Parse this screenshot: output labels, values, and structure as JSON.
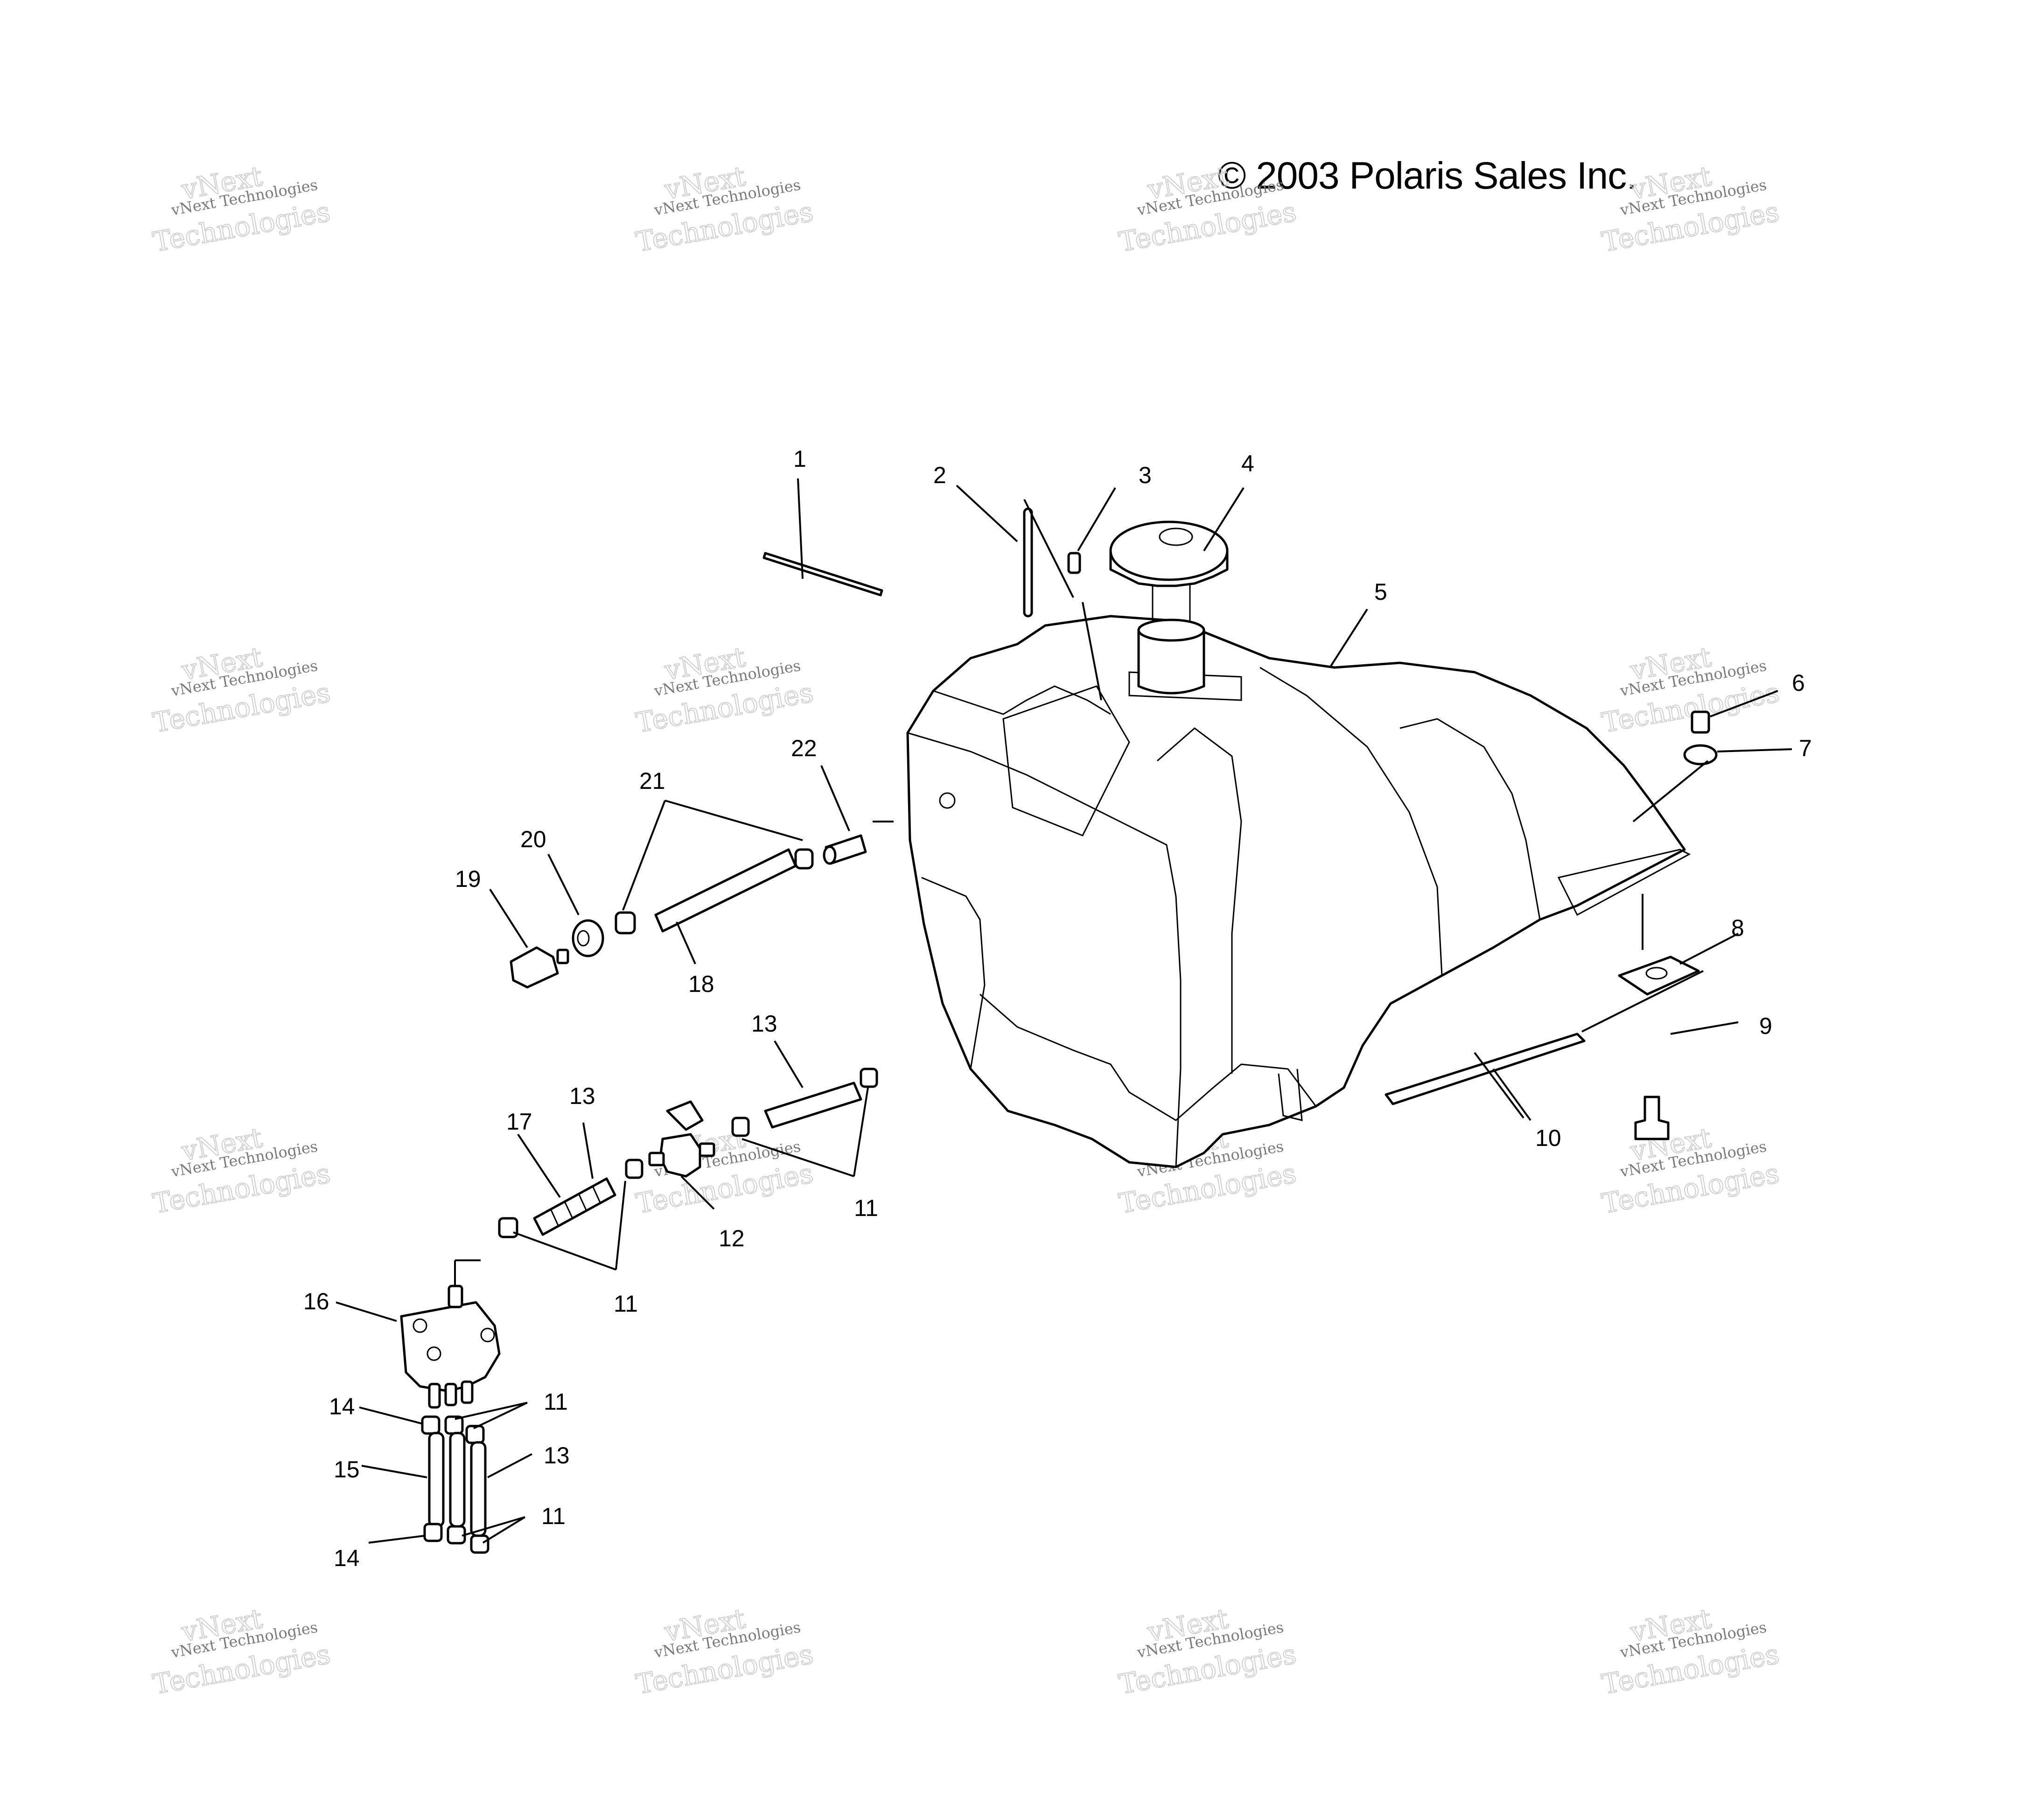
{
  "copyright": "© 2003 Polaris Sales Inc.",
  "watermark": {
    "line1": "vNext Technologies",
    "line2": "vNext",
    "line3": "Technologies"
  },
  "callouts": [
    "1",
    "2",
    "3",
    "4",
    "5",
    "6",
    "7",
    "8",
    "9",
    "10",
    "11",
    "11",
    "11",
    "11",
    "12",
    "13",
    "13",
    "13",
    "14",
    "14",
    "15",
    "16",
    "17",
    "18",
    "19",
    "20",
    "21",
    "22"
  ]
}
